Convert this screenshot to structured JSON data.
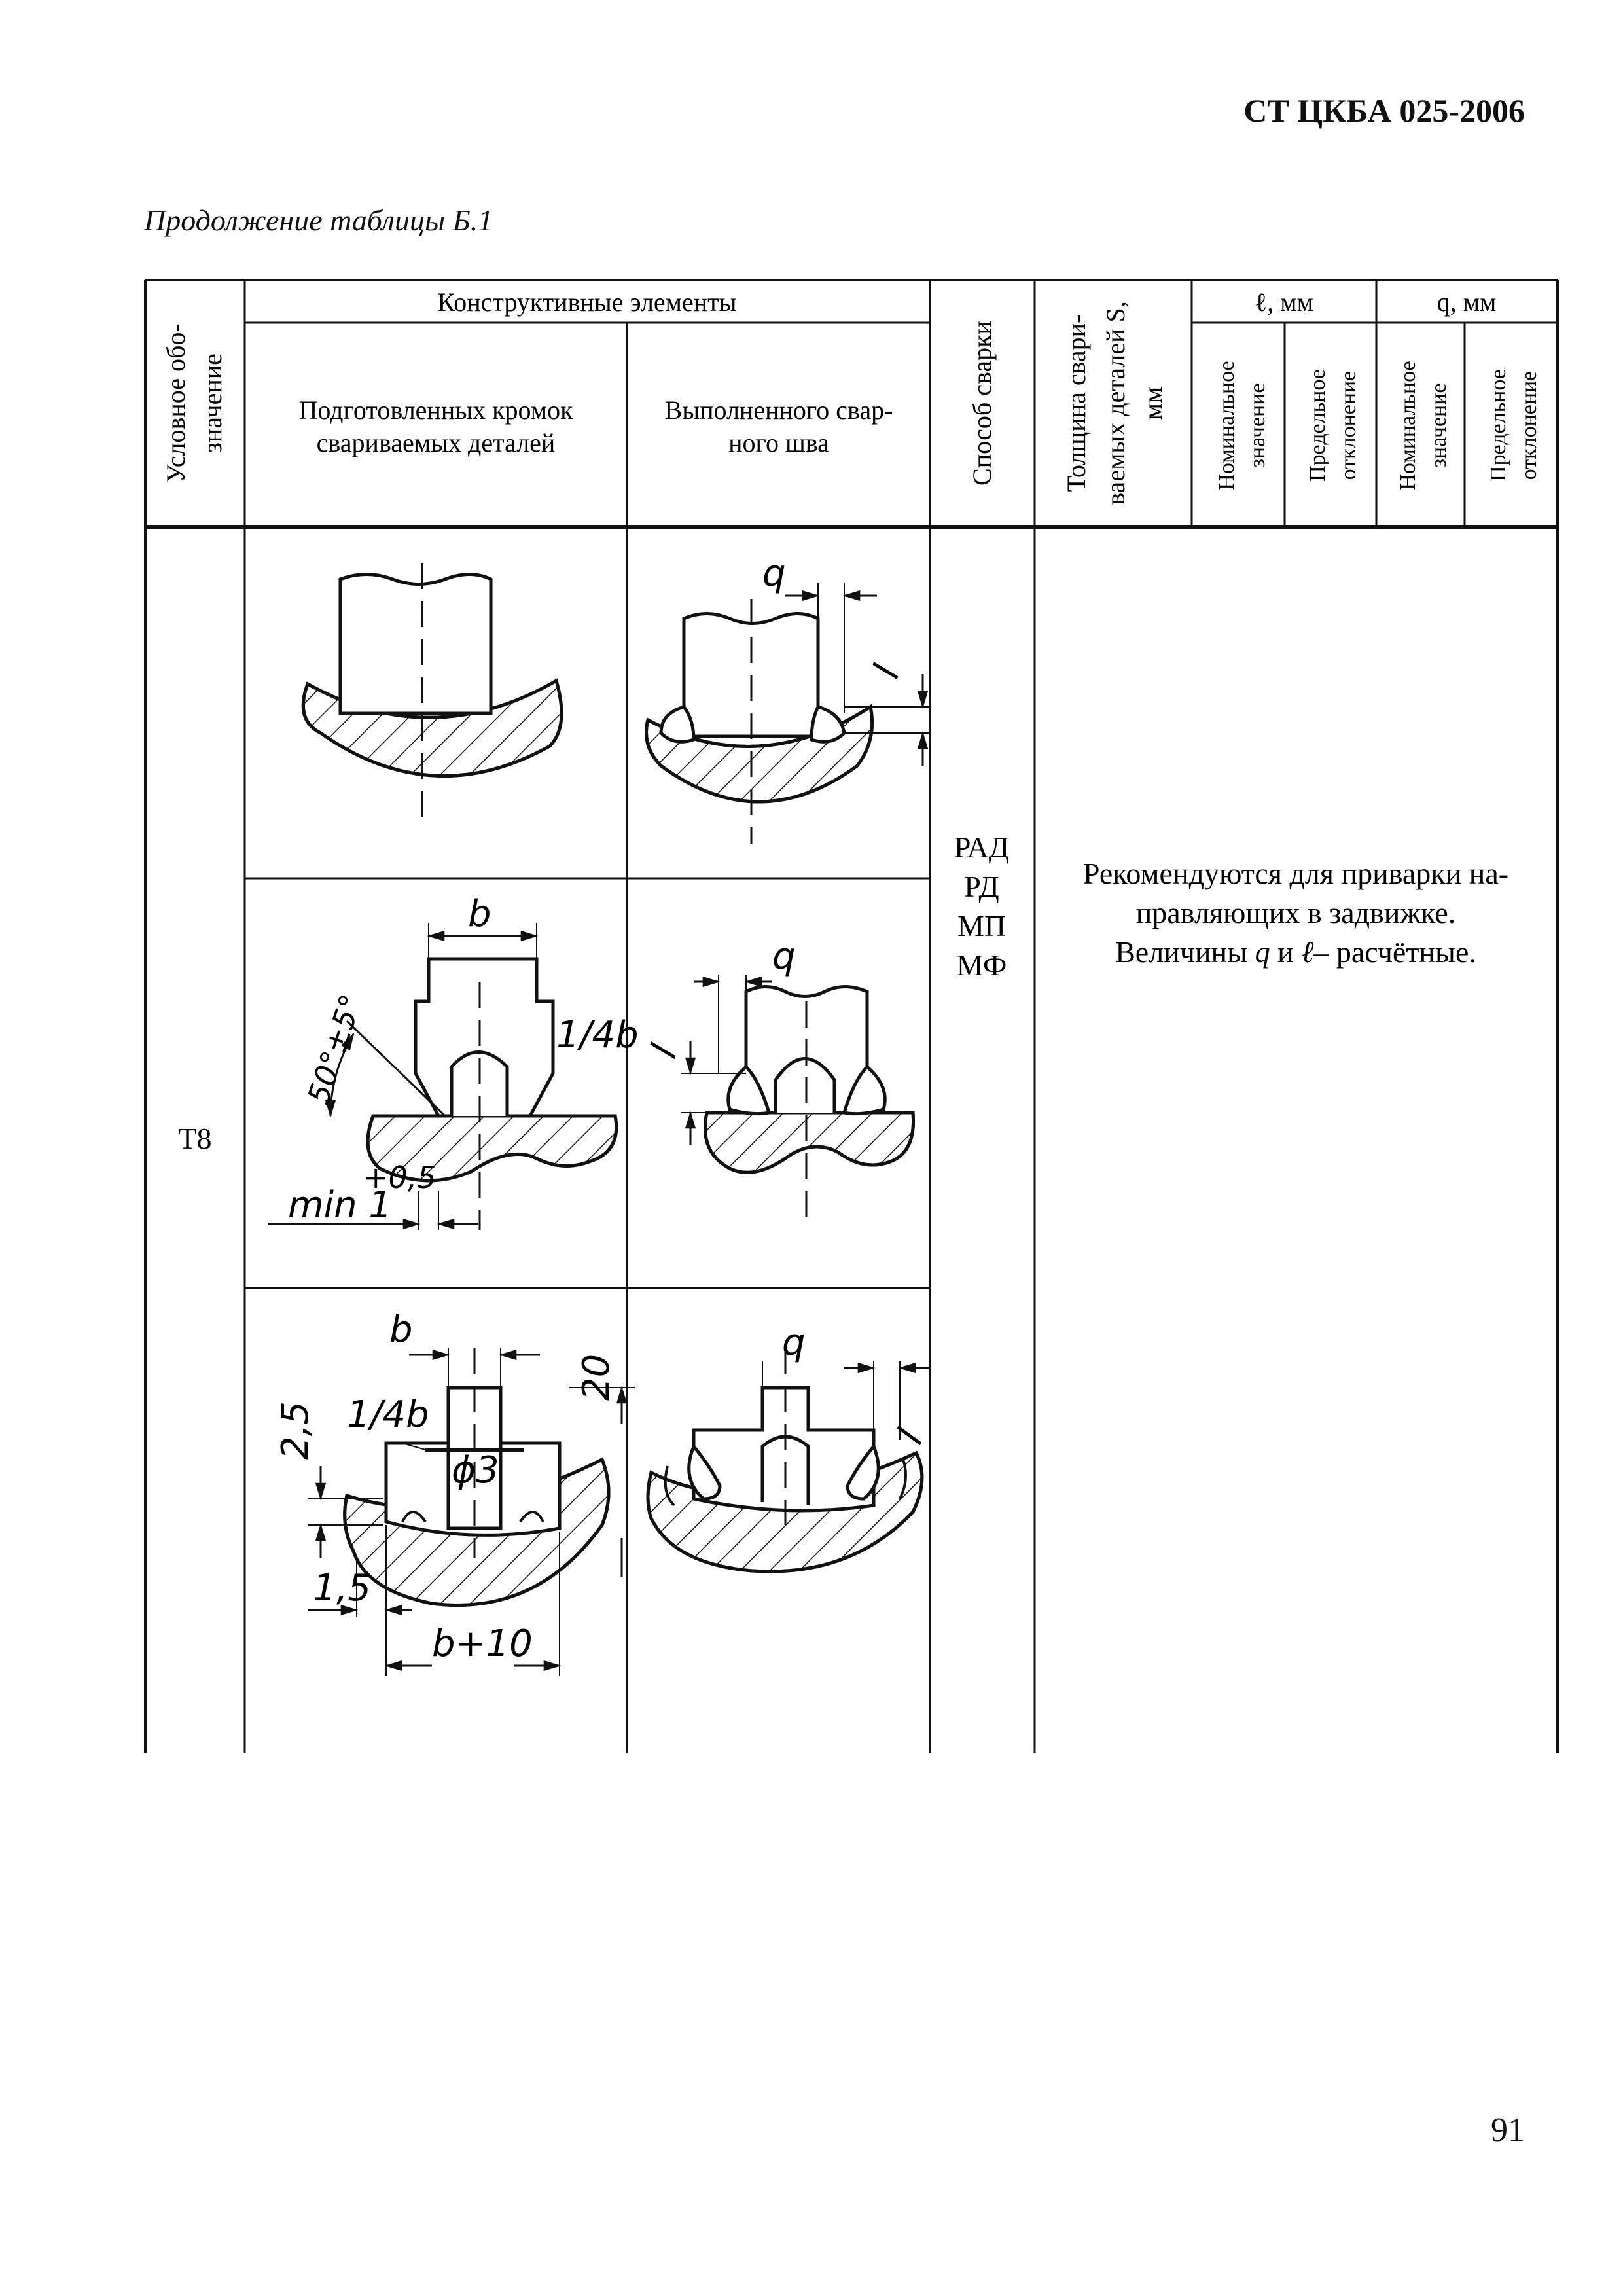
{
  "header": {
    "doc_code": "СТ ЦКБА 025-2006"
  },
  "caption": "Продолжение таблицы Б.1",
  "table": {
    "col_designation": [
      "Условное обо-",
      "значение"
    ],
    "group_constructive": "Конструктивные элементы",
    "col_prepared": [
      "Подготовленных кромок",
      "свариваемых деталей"
    ],
    "col_weld": [
      "Выполненного свар-",
      "ного шва"
    ],
    "col_method": "Способ сварки",
    "col_thickness": [
      "Толщина свари-",
      "ваемых деталей S,",
      "мм"
    ],
    "group_l": "ℓ, мм",
    "group_q": "q, мм",
    "sub_nominal": [
      "Номинальное",
      "значение"
    ],
    "sub_deviation": [
      "Предельное",
      "отклонение"
    ],
    "row": {
      "designation": "Т8",
      "methods": [
        "РАД",
        "РД",
        "МП",
        "МФ"
      ],
      "note_line1": "Рекомендуются для приварки на-",
      "note_line2": "правляющих в задвижке.",
      "note_line3_a": "Величины ",
      "note_q": "q",
      "note_and": " и ",
      "note_l": "ℓ",
      "note_line3_b": "– расчётные."
    },
    "drawing_labels": {
      "q": "q",
      "l": "l",
      "b": "b",
      "quarter_b": "1/4b",
      "angle": "50°±5°",
      "min": "min 1",
      "min_tol": "+0,5",
      "dim_2_5": "2,5",
      "dim_20": "20",
      "phi3": "ϕ3",
      "dim_1_5": "1,5",
      "b_plus_10": "b+10"
    }
  },
  "page_number": "91"
}
